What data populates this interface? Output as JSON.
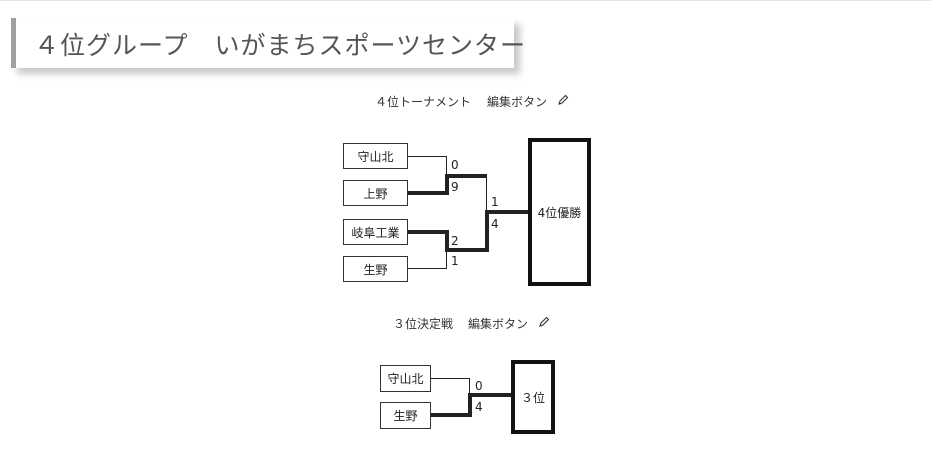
{
  "header": {
    "title": "４位グループ　いがまちスポーツセンター"
  },
  "tournament": {
    "caption": "４位トーナメント",
    "edit_label": "編集ボタン",
    "teams": [
      "守山北",
      "上野",
      "岐阜工業",
      "生野"
    ],
    "round1_scores": [
      "0",
      "9",
      "2",
      "1"
    ],
    "final_scores": [
      "1",
      "4"
    ],
    "winner_label": "4位優勝"
  },
  "third_place": {
    "caption": "３位決定戦",
    "edit_label": "編集ボタン",
    "teams": [
      "守山北",
      "生野"
    ],
    "scores": [
      "0",
      "4"
    ],
    "result_label": "３位"
  }
}
